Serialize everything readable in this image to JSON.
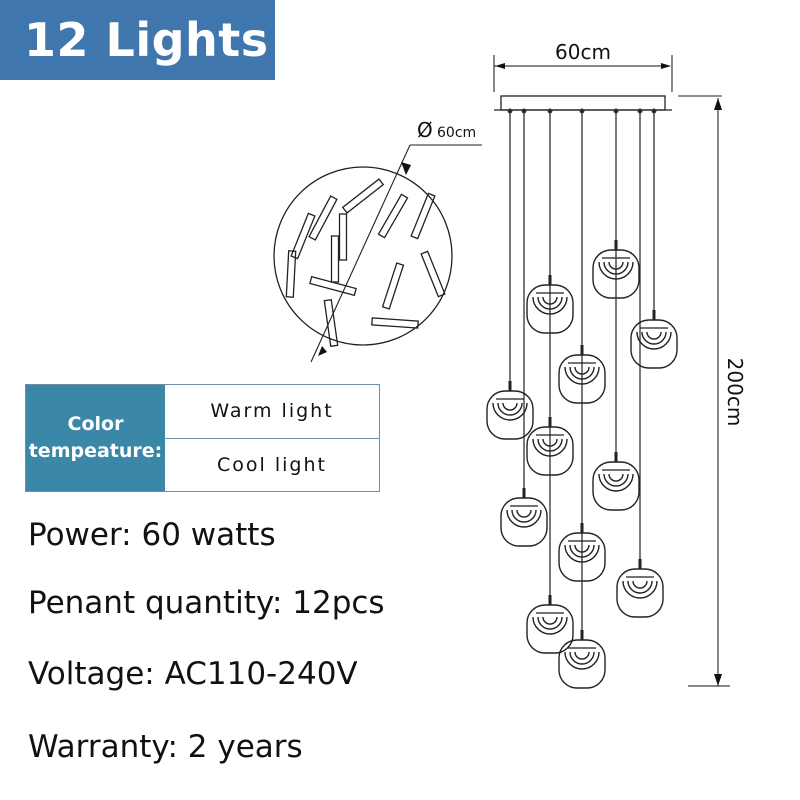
{
  "header": {
    "title": "12 Lights",
    "badge_color": "#3f76ad"
  },
  "color_temperature": {
    "label_line1": "Color",
    "label_line2": "tempeature:",
    "label_bg": "#3b87a8",
    "options": [
      "Warm light",
      "Cool light"
    ]
  },
  "specs": [
    {
      "label": "Power",
      "value": "60 watts",
      "text": "Power: 60 watts"
    },
    {
      "label": "Penant quantity",
      "value": "12pcs",
      "text": "Penant quantity: 12pcs"
    },
    {
      "label": "Voltage",
      "value": "AC110-240V",
      "text": "Voltage: AC110-240V"
    },
    {
      "label": "Warranty",
      "value": "2 years",
      "text": "Warranty: 2 years"
    }
  ],
  "drawing": {
    "canopy_width_label": "60cm",
    "height_label": "200cm",
    "diameter_label": "60cm",
    "diameter_symbol": "Ø",
    "pendant_count": 12
  }
}
